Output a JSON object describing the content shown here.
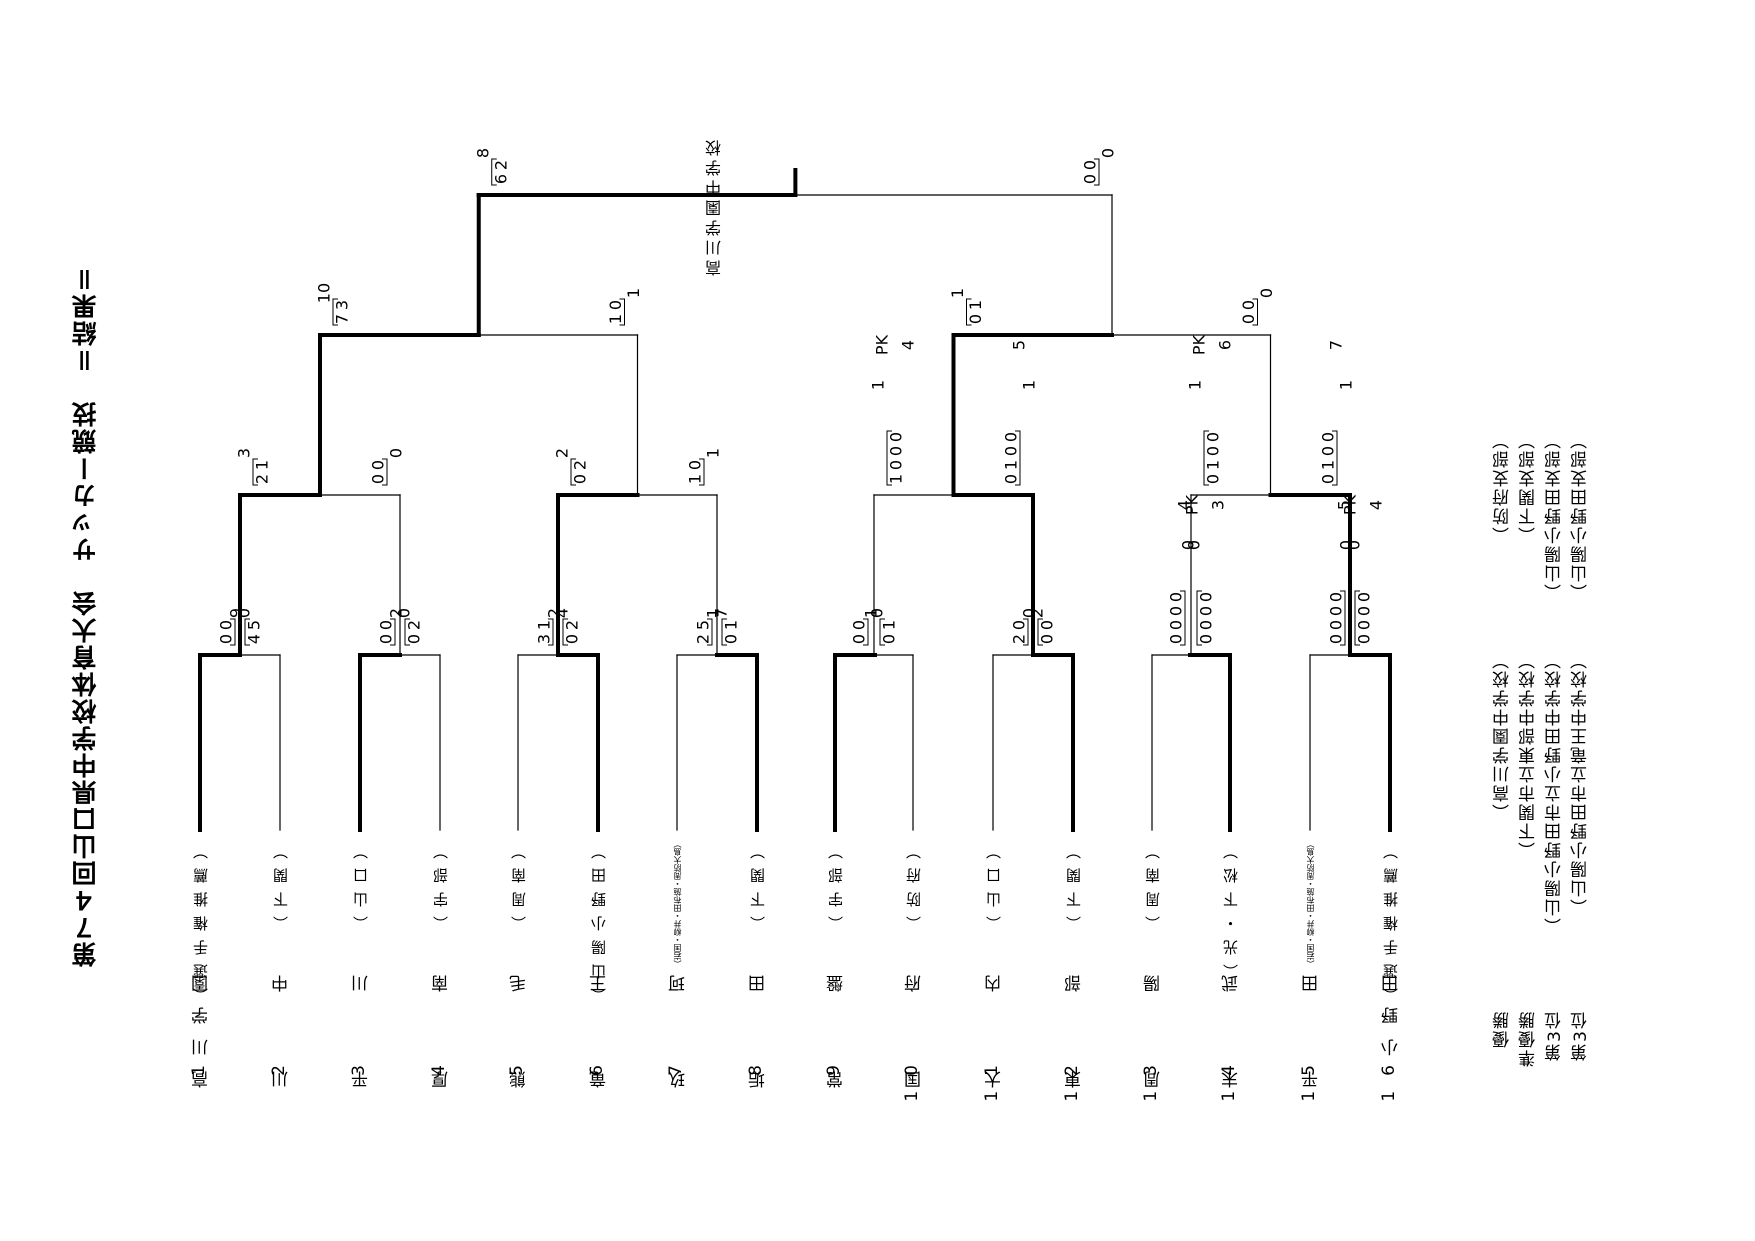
{
  "title": "第７４回山口県中学校体育大会　サッカー競技　＝結果＝",
  "champion_name": "高川学園中学校",
  "teams": [
    {
      "no": "1",
      "name": "高川学園",
      "aff": "（選手権推薦）",
      "small": false
    },
    {
      "no": "2",
      "name": "川　　中",
      "aff": "（下関）",
      "small": false
    },
    {
      "no": "3",
      "name": "平　　川",
      "aff": "（山口）",
      "small": false
    },
    {
      "no": "4",
      "name": "厚　　南",
      "aff": "（宇部）",
      "small": false
    },
    {
      "no": "5",
      "name": "熊　　毛",
      "aff": "（周南）",
      "small": false
    },
    {
      "no": "6",
      "name": "竜　　王",
      "aff": "（山陽小野田）",
      "small": false
    },
    {
      "no": "7",
      "name": "玖　　珂",
      "aff": "（岩国・柳井・田布施・周防大島）",
      "small": true
    },
    {
      "no": "8",
      "name": "垢　　田",
      "aff": "（下関）",
      "small": false
    },
    {
      "no": "9",
      "name": "常　　盤",
      "aff": "（宇部）",
      "small": false
    },
    {
      "no": "10",
      "name": "国　　府",
      "aff": "（防府）",
      "small": false
    },
    {
      "no": "11",
      "name": "大　　内",
      "aff": "（山口）",
      "small": false
    },
    {
      "no": "12",
      "name": "東　　部",
      "aff": "（下関）",
      "small": false
    },
    {
      "no": "13",
      "name": "周　　陽",
      "aff": "（周南）",
      "small": false
    },
    {
      "no": "14",
      "name": "末　　武",
      "aff": "（光・下松）",
      "small": false
    },
    {
      "no": "15",
      "name": "平　　田",
      "aff": "（岩国・柳井・田布施・周防大島）",
      "small": true
    },
    {
      "no": "16",
      "name": "小野田",
      "aff": "（選手権推薦）",
      "small": false
    }
  ],
  "rounds": {
    "r1": [
      {
        "a_total": "9",
        "a_halves": [
          "4",
          "5"
        ],
        "b_halves": [
          "0",
          "0"
        ],
        "b_total": "0",
        "winner": "a"
      },
      {
        "a_total": "2",
        "a_halves": [
          "0",
          "2"
        ],
        "b_halves": [
          "0",
          "0"
        ],
        "b_total": "0",
        "winner": "a"
      },
      {
        "a_total": "2",
        "a_halves": [
          "0",
          "2"
        ],
        "b_halves": [
          "3",
          "1"
        ],
        "b_total": "4",
        "winner": "b"
      },
      {
        "a_total": "1",
        "a_halves": [
          "0",
          "1"
        ],
        "b_halves": [
          "2",
          "5"
        ],
        "b_total": "7",
        "winner": "b"
      },
      {
        "a_total": "1",
        "a_halves": [
          "0",
          "1"
        ],
        "b_halves": [
          "0",
          "0"
        ],
        "b_total": "0",
        "winner": "a"
      },
      {
        "a_total": "0",
        "a_halves": [
          "0",
          "0"
        ],
        "b_halves": [
          "2",
          "0"
        ],
        "b_total": "2",
        "winner": "b"
      },
      {
        "a_total": "0",
        "a_halves": [
          "0",
          "0",
          "0",
          "0"
        ],
        "a_pk": "3",
        "b_halves": [
          "0",
          "0",
          "0",
          "0"
        ],
        "b_pk": "4",
        "b_total": "0",
        "pk_label": "PK",
        "winner": "b"
      },
      {
        "a_total": "0",
        "a_halves": [
          "0",
          "0",
          "0",
          "0"
        ],
        "a_pk": "4",
        "b_halves": [
          "0",
          "0",
          "0",
          "0"
        ],
        "b_pk": "5",
        "b_total": "0",
        "pk_label": "PK",
        "winner": "b"
      }
    ],
    "r2": [
      {
        "a_total": "3",
        "a_halves": [
          "2",
          "1"
        ],
        "b_halves": [
          "0",
          "0"
        ],
        "b_total": "0",
        "winner": "a"
      },
      {
        "a_total": "2",
        "a_halves": [
          "0",
          "2"
        ],
        "b_halves": [
          "1",
          "0"
        ],
        "b_total": "1",
        "winner": "a"
      },
      {
        "a_total": "1",
        "a_halves": [
          "1",
          "0",
          "0",
          "0"
        ],
        "a_pk": "4",
        "b_halves": [
          "0",
          "1",
          "0",
          "0"
        ],
        "b_pk": "5",
        "b_total": "1",
        "pk_label": "PK",
        "winner": "b"
      },
      {
        "a_total": "1",
        "a_halves": [
          "0",
          "1",
          "0",
          "0"
        ],
        "a_pk": "6",
        "b_halves": [
          "0",
          "1",
          "0",
          "0"
        ],
        "b_pk": "7",
        "b_total": "1",
        "pk_label": "PK",
        "winner": "b"
      }
    ],
    "r3": [
      {
        "a_total": "10",
        "a_halves": [
          "7",
          "3"
        ],
        "b_halves": [
          "1",
          "0"
        ],
        "b_total": "1",
        "winner": "a"
      },
      {
        "a_total": "1",
        "a_halves": [
          "0",
          "1"
        ],
        "b_halves": [
          "0",
          "0"
        ],
        "b_total": "0",
        "winner": "a"
      }
    ],
    "final": {
      "a_total": "8",
      "a_halves": [
        "6",
        "2"
      ],
      "b_halves": [
        "0",
        "0"
      ],
      "b_total": "0",
      "winner": "a"
    }
  },
  "results": [
    {
      "rank": "優勝",
      "school": "（高川学園中学校）",
      "branch": "（防府支部）"
    },
    {
      "rank": "準優勝",
      "school": "（下関市立東部中学校）",
      "branch": "（下関支部）"
    },
    {
      "rank": "第3位",
      "school": "（山陽小野田市立小野田中学校）",
      "branch": "（山陽小野田支部）"
    },
    {
      "rank": "第3位",
      "school": "（山陽小野田市立竜王中学校）",
      "branch": "（山陽小野田支部）"
    }
  ]
}
